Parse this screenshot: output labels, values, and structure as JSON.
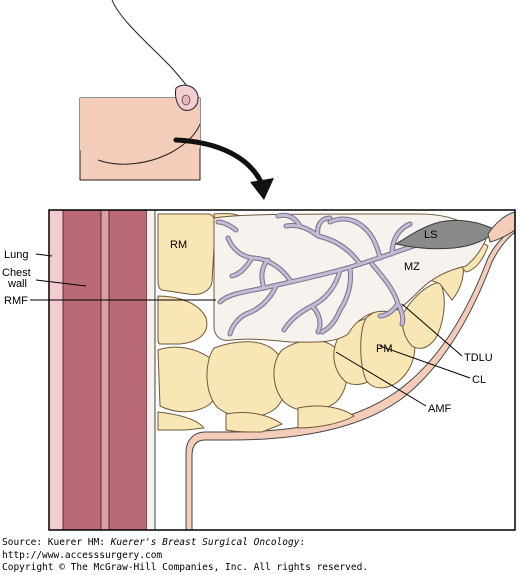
{
  "labels": {
    "lung": "Lung",
    "chest_wall_line1": "Chest",
    "chest_wall_line2": "wall",
    "rmf": "RMF",
    "rm": "RM",
    "ls": "LS",
    "mz": "MZ",
    "pm": "PM",
    "tdlu": "TDLU",
    "cl": "CL",
    "amf": "AMF"
  },
  "source": {
    "prefix": "Source: Kuerer HM: ",
    "book_title": "Kuerer's Breast Surgical Oncology",
    "suffix": ":",
    "url": "http://www.accesssurgery.com",
    "copyright": "Copyright © The McGraw-Hill Companies, Inc. All rights reserved."
  },
  "colors": {
    "skin": "#f3cdb9",
    "muscle_dark": "#b96a74",
    "muscle_light": "#d9a0a4",
    "fat_lobule": "#f8e6b4",
    "fat_lobule_outline": "#6e5a3a",
    "gland_bg": "#f6f2ee",
    "duct": "#c5bbd5",
    "duct_outline": "#7a6f8a",
    "lactiferous_sinus": "#8a8a8a",
    "lung": "#f3ccd2"
  }
}
